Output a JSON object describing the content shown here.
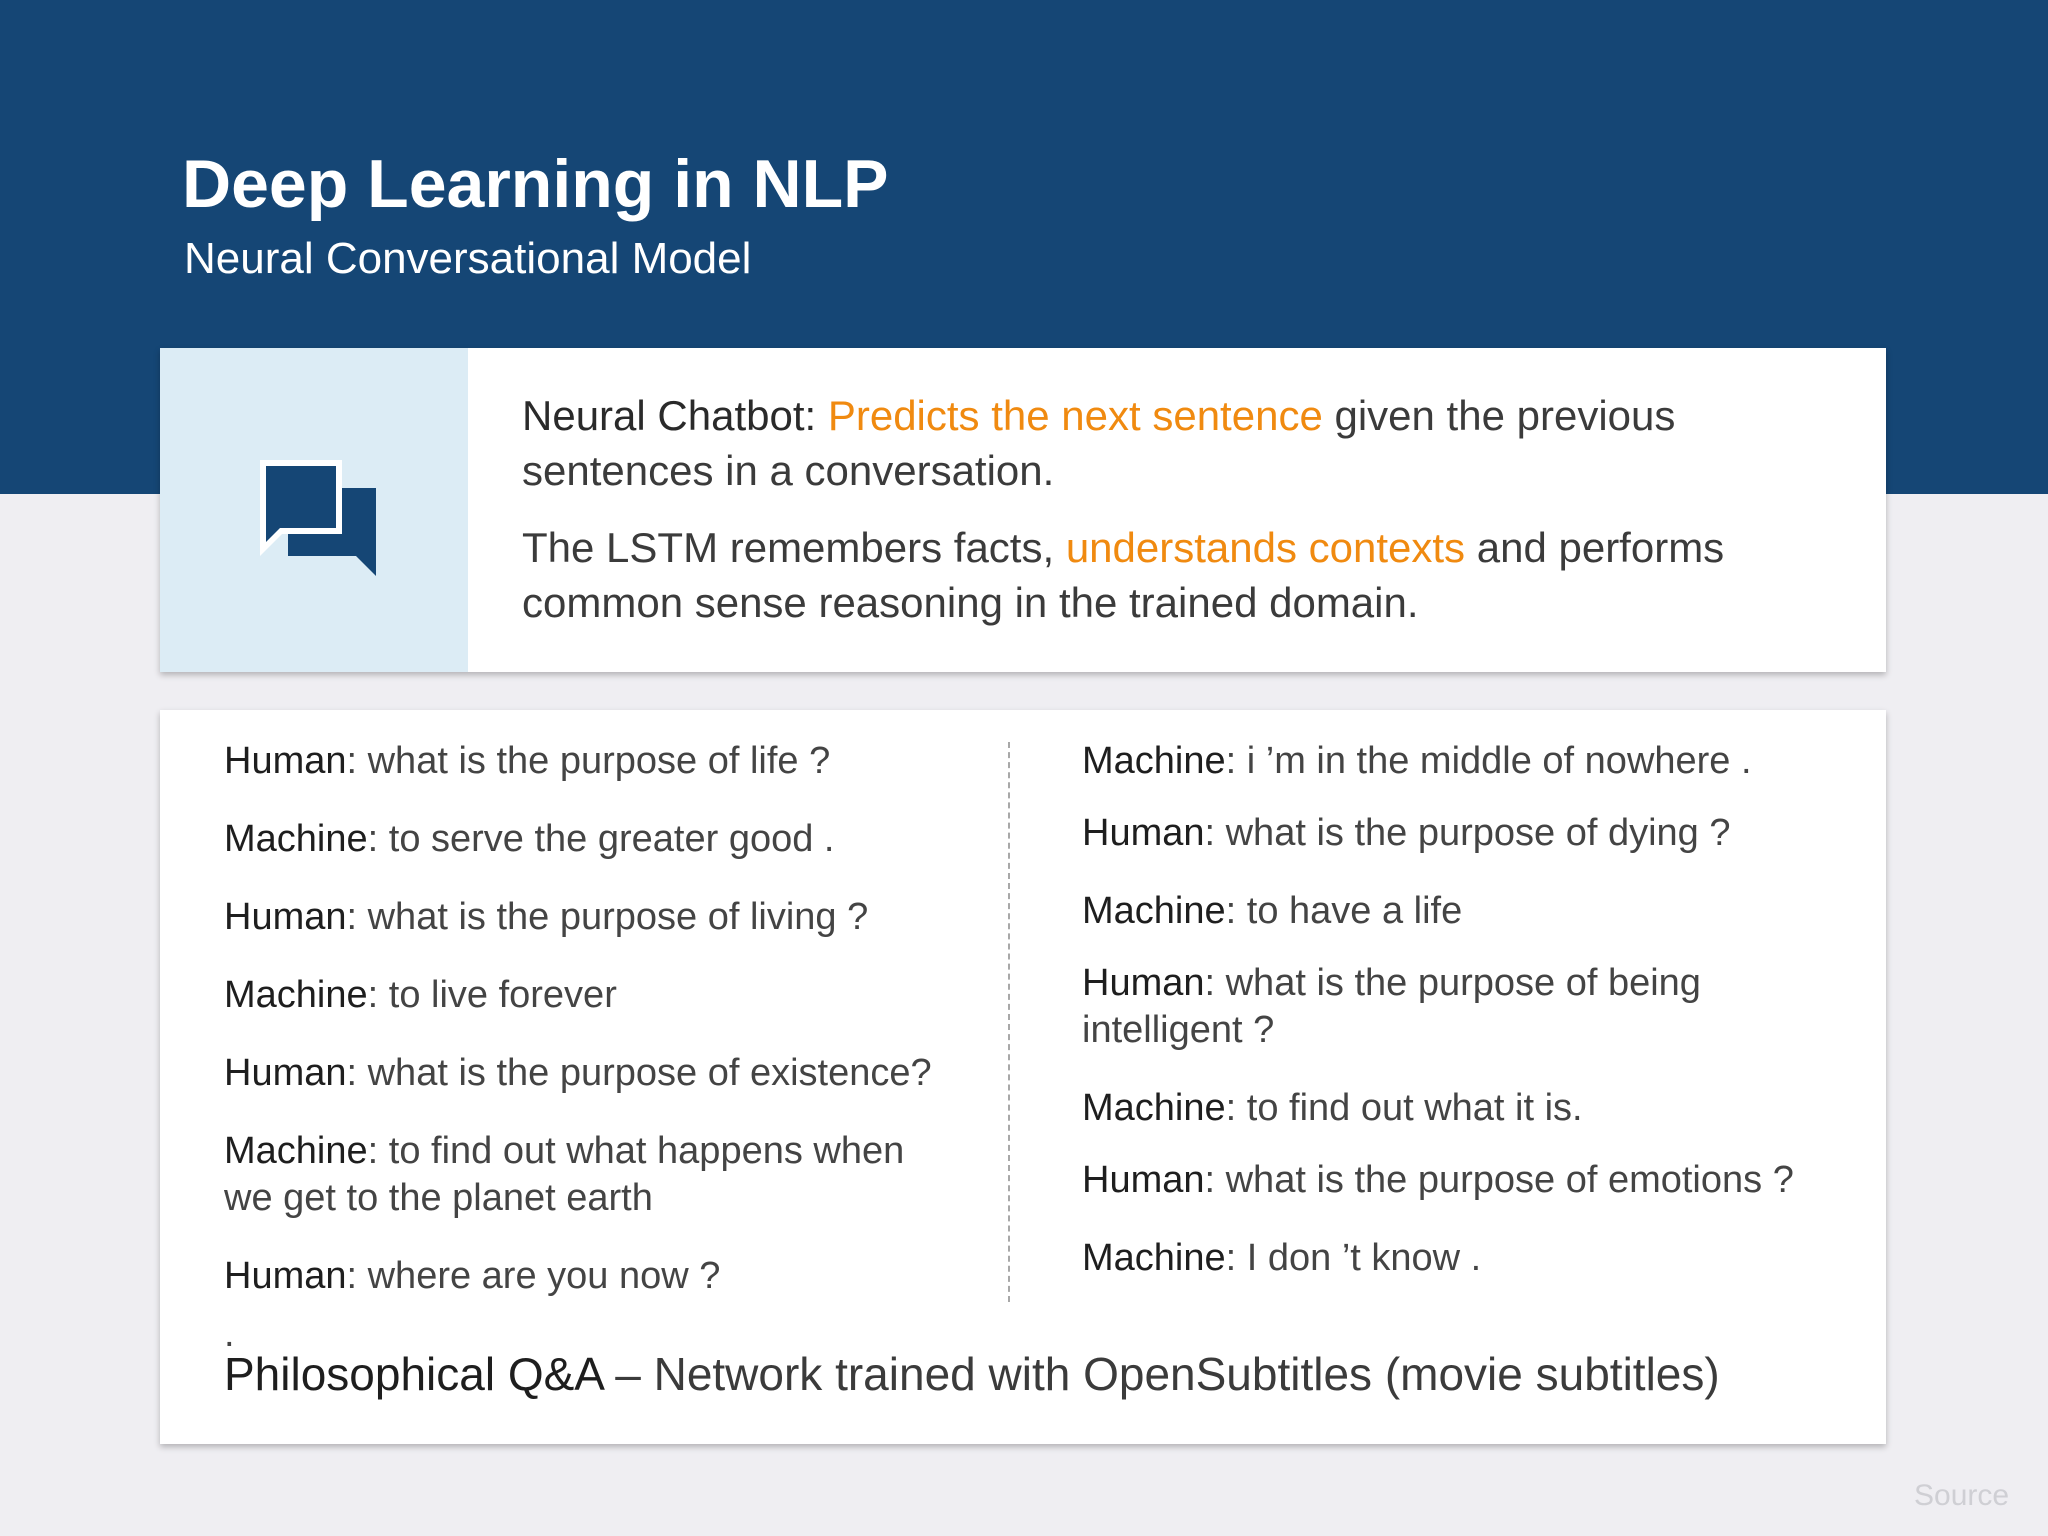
{
  "header": {
    "title": "Deep Learning in NLP",
    "subtitle": "Neural Conversational Model"
  },
  "info": {
    "icon": "chat-bubbles-icon",
    "lead": "Neural Chatbot:",
    "p1_highlight": "Predicts the next sentence",
    "p1_rest": "given the previous sentences in a conversation.",
    "p2_start": "The LSTM remembers facts,",
    "p2_highlight": "understands contexts",
    "p2_rest": "and performs common sense reasoning in the trained domain.",
    "highlight_color": "#f08a10"
  },
  "dialog": {
    "left": [
      {
        "speaker": "Human",
        "text": ": what is the purpose of life ?"
      },
      {
        "speaker": "Machine",
        "text": ": to serve the greater good ."
      },
      {
        "speaker": "Human",
        "text": ": what is the purpose of living ?"
      },
      {
        "speaker": "Machine",
        "text": ": to live forever"
      },
      {
        "speaker": "Human",
        "text": ": what is the purpose of existence?"
      },
      {
        "speaker": "Machine",
        "text": ": to find out what happens when we get to the planet earth"
      },
      {
        "speaker": "Human",
        "text": ": where are you now ?"
      }
    ],
    "right": [
      {
        "speaker": "Machine",
        "text": ": i ’m in the middle of nowhere ."
      },
      {
        "speaker": "Human",
        "text": ": what is the purpose of dying ?"
      },
      {
        "speaker": "Machine",
        "text": ": to have a life"
      },
      {
        "speaker": "Human",
        "text": ": what is the purpose of being intelligent ?"
      },
      {
        "speaker": "Machine",
        "text": ": to find out what it is."
      },
      {
        "speaker": "Human",
        "text": ": what is the purpose of emotions ?"
      },
      {
        "speaker": "Machine",
        "text": ": I don ’t know ."
      }
    ],
    "stray_dot": ".",
    "caption_title": "Philosophical Q&A",
    "caption_rest": " – Network trained with OpenSubtitles (movie subtitles)"
  },
  "footer": {
    "source_label": "Source"
  },
  "colors": {
    "header_band": "#154675",
    "icon_panel": "#dcecf5",
    "background": "#efeef2"
  }
}
